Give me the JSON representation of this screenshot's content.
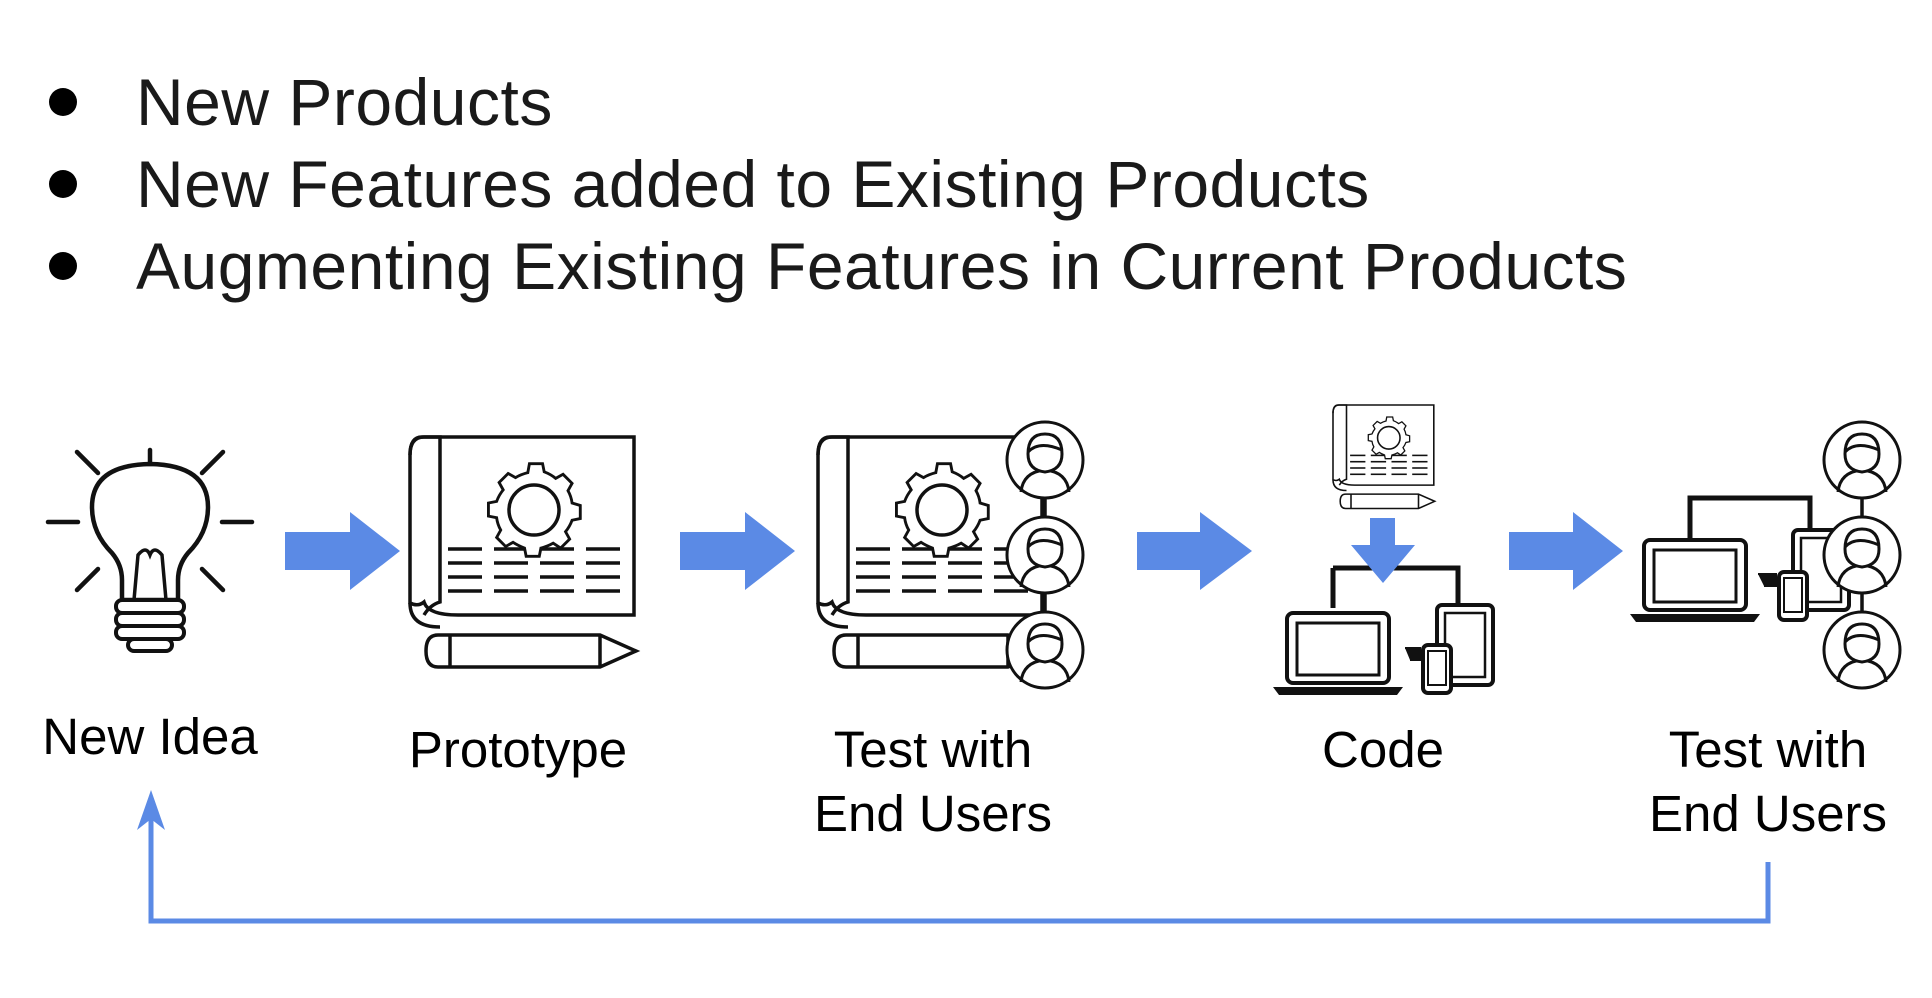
{
  "bullets": [
    "New Products",
    "New Features added to Existing Products",
    "Augmenting Existing Features in Current Products"
  ],
  "steps": [
    {
      "id": "new-idea",
      "label": "New Idea",
      "icon": "lightbulb-icon"
    },
    {
      "id": "prototype",
      "label": "Prototype",
      "icon": "blueprint-icon"
    },
    {
      "id": "test-prototype",
      "label_line1": "Test with",
      "label_line2": "End Users",
      "icon": "blueprint-users-icon"
    },
    {
      "id": "code",
      "label": "Code",
      "icon": "code-devices-icon"
    },
    {
      "id": "test-product",
      "label_line1": "Test with",
      "label_line2": "End Users",
      "icon": "devices-users-icon"
    }
  ],
  "colors": {
    "arrow": "#5b8ae5",
    "feedback_line": "#5b8ae5",
    "icon_stroke": "#111111"
  }
}
